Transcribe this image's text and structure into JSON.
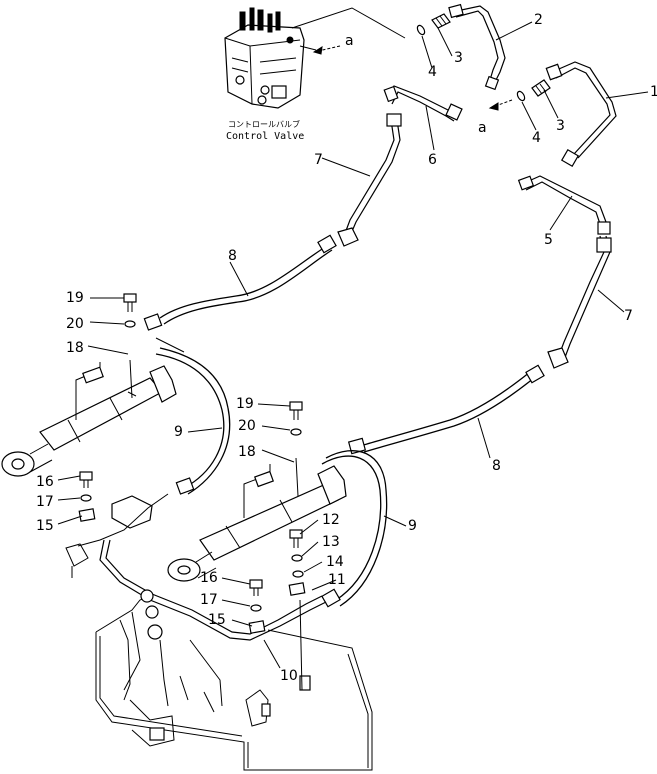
{
  "caption": {
    "japanese": "コントロールバルブ",
    "english": "Control Valve"
  },
  "view_marker": "a",
  "view_marker_2": "a",
  "callouts": {
    "c1": "1",
    "c2": "2",
    "c3a": "3",
    "c3b": "3",
    "c4a": "4",
    "c4b": "4",
    "c5": "5",
    "c6": "6",
    "c7a": "7",
    "c7b": "7",
    "c8a": "8",
    "c8b": "8",
    "c9a": "9",
    "c9b": "9",
    "c10": "10",
    "c11": "11",
    "c12": "12",
    "c13": "13",
    "c14": "14",
    "c15a": "15",
    "c15b": "15",
    "c16a": "16",
    "c16b": "16",
    "c17a": "17",
    "c17b": "17",
    "c18a": "18",
    "c18b": "18",
    "c19a": "19",
    "c19b": "19",
    "c20a": "20",
    "c20b": "20"
  }
}
